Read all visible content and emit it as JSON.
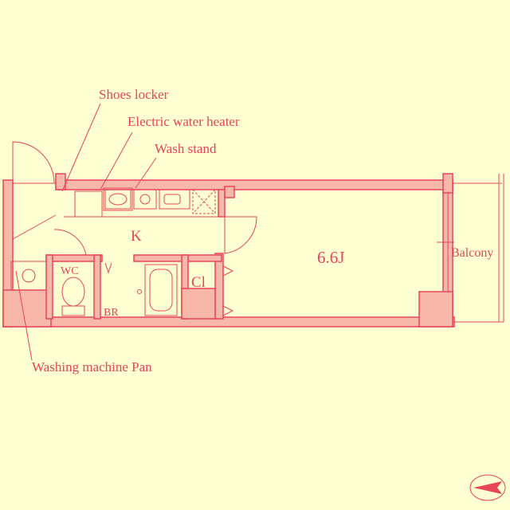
{
  "floorplan": {
    "colors": {
      "background": "#ffffd2",
      "line": "#e8455a",
      "wall_fill": "#f7b8aa"
    },
    "rooms": {
      "kitchen": "K",
      "main_room": "6.6J",
      "toilet": "WC",
      "bathroom": "BR",
      "closet": "Cl",
      "balcony": "Balcony"
    },
    "callouts": {
      "shoes_locker": "Shoes locker",
      "water_heater": "Electric water heater",
      "wash_stand": "Wash stand",
      "washing_pan": "Washing machine Pan"
    },
    "icons": {
      "compass": "north-arrow-icon"
    }
  }
}
